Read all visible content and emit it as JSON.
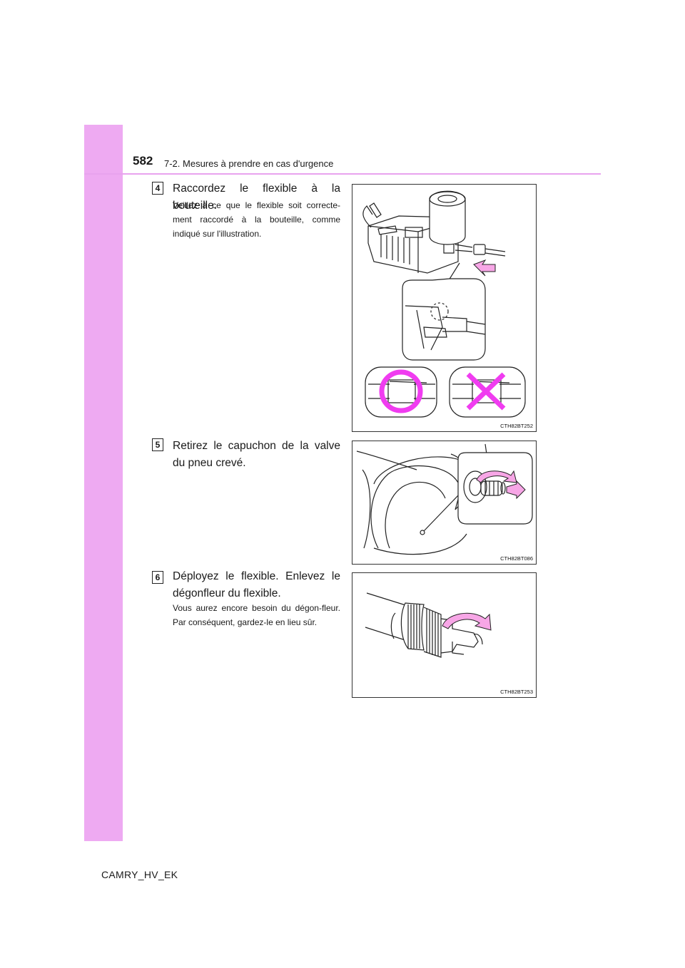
{
  "header": {
    "page_number": "582",
    "section": "7-2. Mesures à prendre en cas d'urgence"
  },
  "steps": [
    {
      "number": "4",
      "title": "Raccordez le flexible à la bouteille.",
      "body": "Veillez à ce que le flexible soit correcte-ment raccordé à la bouteille, comme indiqué sur l'illustration.",
      "figure_code": "CTH82BT252"
    },
    {
      "number": "5",
      "title": "Retirez le capuchon de la valve du pneu crevé.",
      "body": "",
      "figure_code": "CTH82BT086"
    },
    {
      "number": "6",
      "title": "Déployez le flexible. Enlevez le dégonfleur du flexible.",
      "body": "Vous aurez encore besoin du dégon-fleur. Par conséquent, gardez-le en lieu sûr.",
      "figure_code": "CTH82BT253"
    }
  ],
  "footer": {
    "model_code": "CAMRY_HV_EK"
  },
  "colors": {
    "accent_pink": "#eeaaf2",
    "symbol_magenta": "#f03cf0",
    "arrow_pink": "#f7a6e6"
  }
}
